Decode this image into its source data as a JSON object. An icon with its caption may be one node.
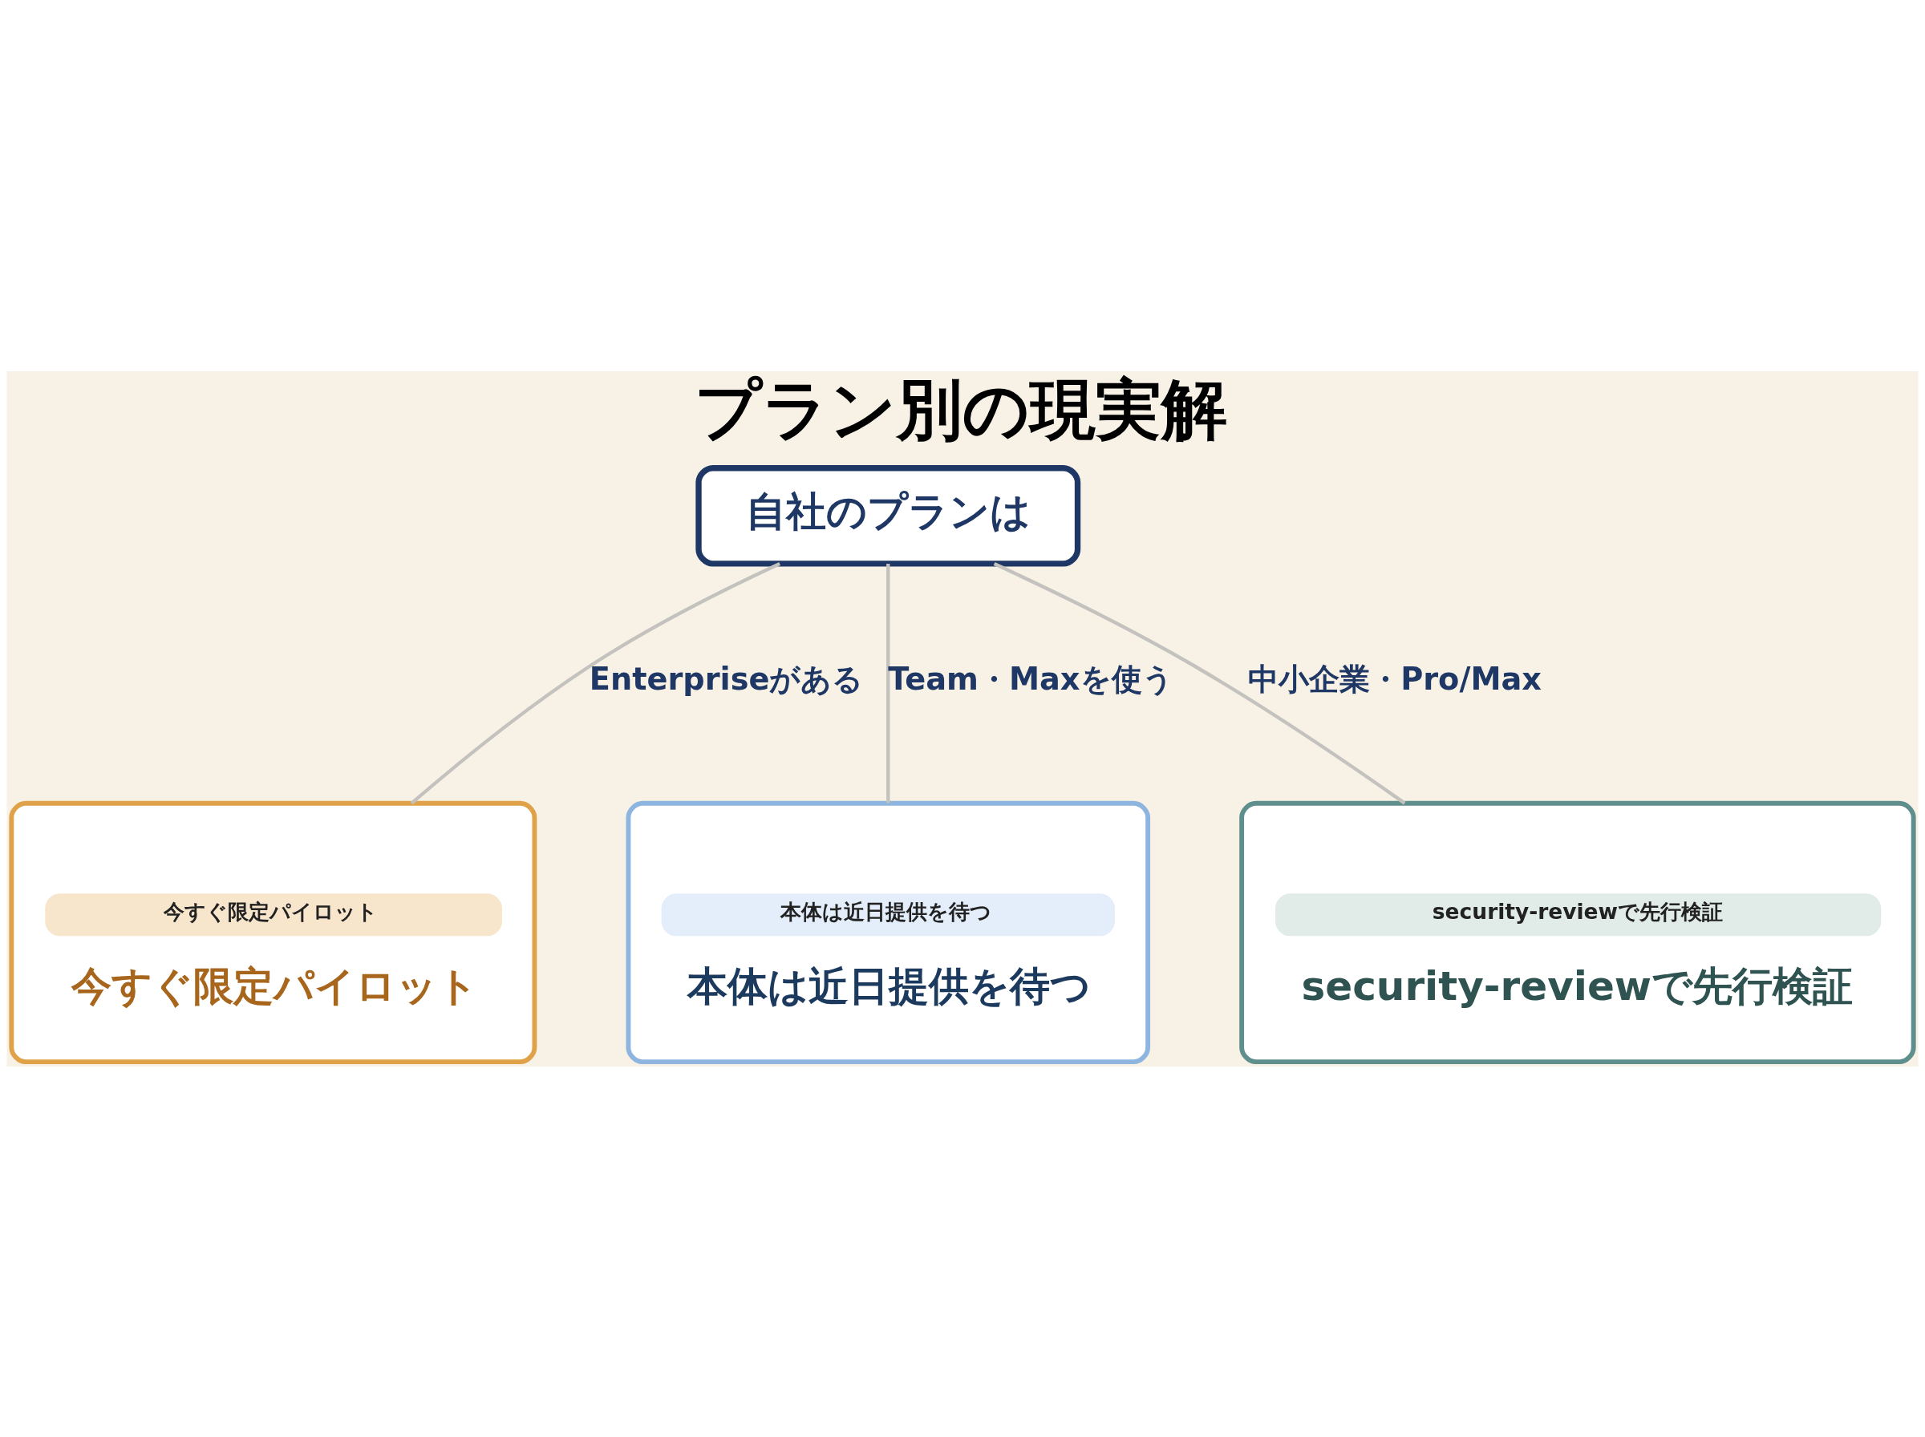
{
  "diagram": {
    "title": "プラン別の現実解",
    "nodes": [
      {
        "text": [
          "自社のプランは"
        ]
      },
      {
        "text": [
          "今すぐ限定パイロット",
          "今すぐ限定パイロット"
        ]
      },
      {
        "text": [
          "本体は近日提供を待つ",
          "本体は近日提供を待つ"
        ]
      },
      {
        "text": [
          "security-reviewで先行検証",
          "security-reviewで先行検証"
        ]
      }
    ],
    "edges": [
      {
        "from": 0,
        "to": 1,
        "arrow": "none",
        "label": "Enterpriseがある"
      },
      {
        "from": 0,
        "to": 2,
        "arrow": "none",
        "label": "Team・Maxを使う"
      },
      {
        "from": 0,
        "to": 3,
        "arrow": "none",
        "label": "中小企業・Pro/Max"
      }
    ]
  }
}
